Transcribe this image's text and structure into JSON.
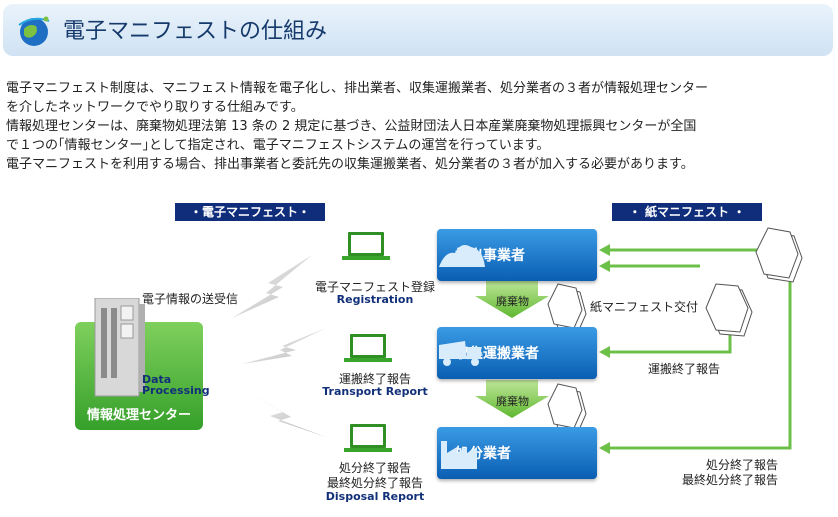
{
  "header": {
    "title": "電子マニフェストの仕組み"
  },
  "intro": [
    "電子マニフェスト制度は、マニフェスト情報を電子化し、排出業者、収集運搬業者、処分業者の３者が情報処理センター",
    "を介したネットワークでやり取りする仕組みです。",
    "情報処理センターは、廃棄物処理法第 13 条の 2 規定に基づき、公益財団法人日本産業廃棄物処理振興センターが全国",
    "で１つの｢情報センター｣として指定され、電子マニフェストシステムの運営を行っています。",
    "電子マニフェストを利用する場合、排出事業者と委託先の収集運搬業者、処分業者の３者が加入する必要があります。"
  ],
  "diagram": {
    "electronic_badge": "・電子マニフェスト・",
    "paper_badge": "・ 紙マニフェスト ・",
    "center": {
      "label": "情報処理センター",
      "sub": [
        "Data",
        "Processing"
      ],
      "exchange": "電子情報の送受信"
    },
    "parties": {
      "discharger": "排出事業者",
      "transporter": "収集運搬業者",
      "disposer": "処分業者"
    },
    "flow_label": "廃棄物",
    "laptops": {
      "registration": {
        "ja": "電子マニフェスト登録",
        "en": "Registration"
      },
      "transport": {
        "ja": "運搬終了報告",
        "en": "Transport Report"
      },
      "disposal": {
        "ja1": "処分終了報告",
        "ja2": "最終処分終了報告",
        "en": "Disposal Report"
      }
    },
    "paper": {
      "issue": "紙マニフェスト交付",
      "transport_report": "運搬終了報告",
      "disposal_report_1": "処分終了報告",
      "disposal_report_2": "最終処分終了報告"
    },
    "colors": {
      "navy": "#0f2d7a",
      "blue": "#1a78d0",
      "green": "#6cc04a",
      "bolt": "#d6d6d6"
    }
  }
}
